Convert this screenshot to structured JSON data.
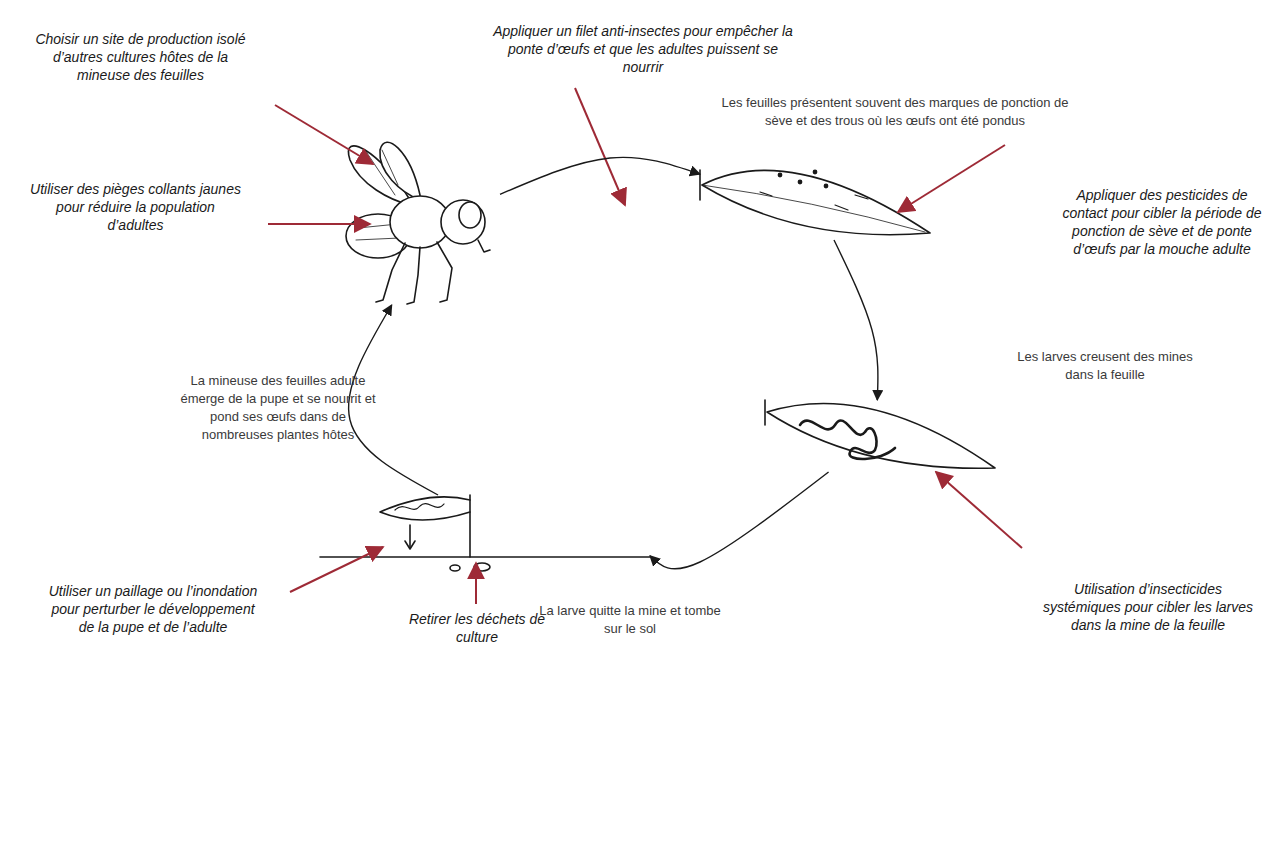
{
  "diagram": {
    "nodes": [
      {
        "text": [
          "La mineuse des feuilles adulte émerge de la pupe et se nourrit et pond ses œufs dans de nombreuses plantes hôtes"
        ]
      },
      {
        "text": [
          "Les feuilles présentent souvent des marques de ponction de sève et des trous où les œufs ont été pondus"
        ]
      },
      {
        "text": [
          "Les larves creusent des mines dans la feuille"
        ]
      },
      {
        "text": [
          "La larve quitte la mine et tombe sur le sol"
        ]
      }
    ],
    "edges": [
      {
        "from": 0,
        "to": 1,
        "arrow": "to"
      },
      {
        "from": 1,
        "to": 2,
        "arrow": "to"
      },
      {
        "from": 2,
        "to": 3,
        "arrow": "to"
      },
      {
        "from": 3,
        "to": 0,
        "arrow": "to"
      }
    ],
    "labels": [
      "Choisir un site de production isolé d’autres cultures hôtes de la mineuse des feuilles",
      "Appliquer un filet anti-insectes pour empêcher la ponte d’œufs et que les adultes puissent se nourrir",
      "Utiliser des pièges collants jaunes pour réduire la population d’adultes",
      "Appliquer des pesticides de contact pour cibler la période de ponction de sève et de ponte d’œufs par la mouche adulte",
      "Utiliser un paillage ou l’inondation pour perturber le développement de la pupe et de l’adulte",
      "Retirer les déchets de culture",
      "Utilisation d’insecticides systémiques pour cibler les larves dans la mine de la feuille"
    ]
  }
}
